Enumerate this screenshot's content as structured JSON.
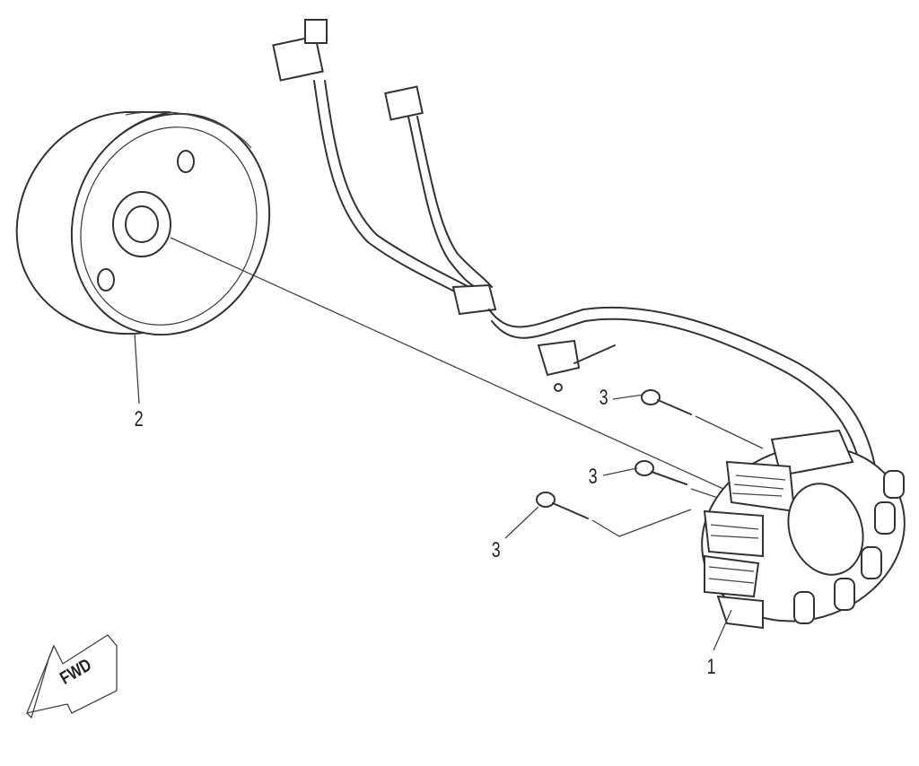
{
  "diagram": {
    "parts": [
      {
        "callout": "1",
        "part": "stator"
      },
      {
        "callout": "2",
        "part": "flywheel"
      },
      {
        "callout": "3",
        "part": "bolt"
      },
      {
        "callout": "3",
        "part": "bolt"
      },
      {
        "callout": "3",
        "part": "bolt"
      }
    ],
    "direction_marker": "FWD"
  }
}
